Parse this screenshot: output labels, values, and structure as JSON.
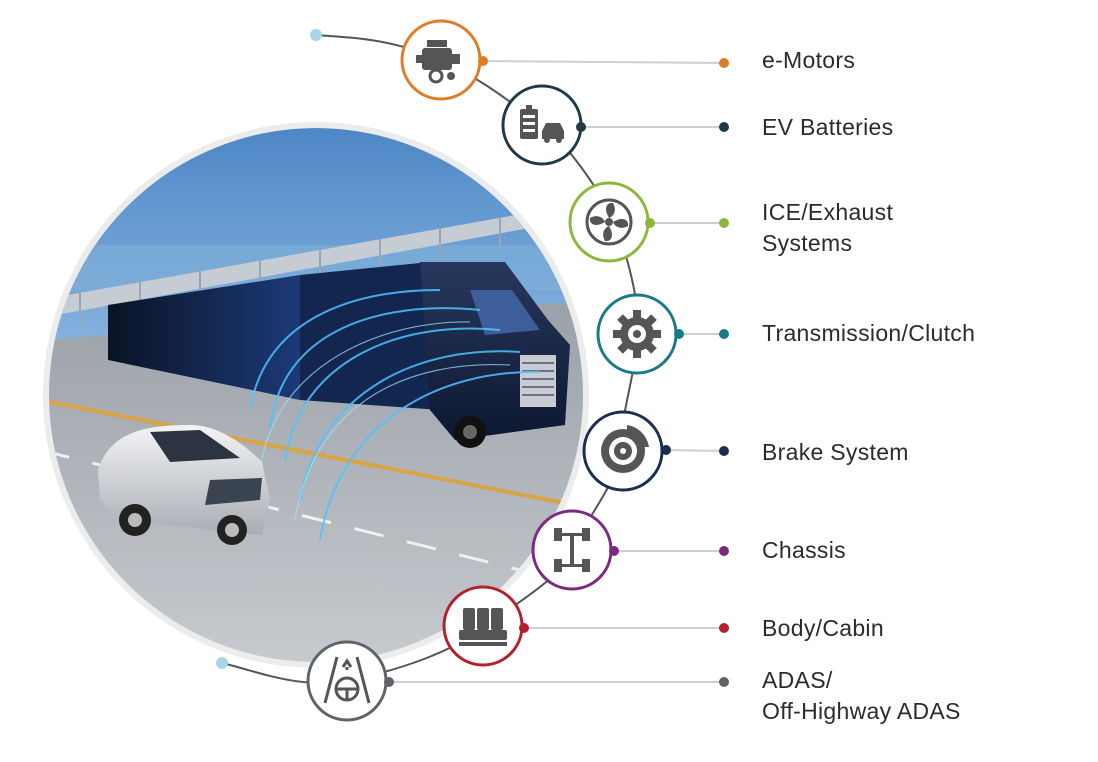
{
  "diagram": {
    "categories": [
      {
        "lines": [
          "e-Motors"
        ],
        "color": "#e07b26",
        "icon": "engine-icon"
      },
      {
        "lines": [
          "EV Batteries"
        ],
        "color": "#1f3a47",
        "icon": "ev-battery-icon"
      },
      {
        "lines": [
          "ICE/Exhaust",
          "Systems"
        ],
        "color": "#8cb63c",
        "icon": "fan-icon"
      },
      {
        "lines": [
          "Transmission/Clutch"
        ],
        "color": "#1a7a86",
        "icon": "gear-icon"
      },
      {
        "lines": [
          "Brake System"
        ],
        "color": "#1b2e52",
        "icon": "brake-disc-icon"
      },
      {
        "lines": [
          "Chassis"
        ],
        "color": "#7b2a80",
        "icon": "chassis-icon"
      },
      {
        "lines": [
          "Body/Cabin"
        ],
        "color": "#b5212a",
        "icon": "seats-icon"
      },
      {
        "lines": [
          "ADAS/",
          "Off-Highway ADAS"
        ],
        "color": "#5f6368",
        "icon": "adas-steering-icon"
      }
    ],
    "colors": {
      "connector": "#cfcfcf",
      "spine": "#555555",
      "endpoint": "#a9d4ea",
      "icon": "#555555"
    }
  }
}
